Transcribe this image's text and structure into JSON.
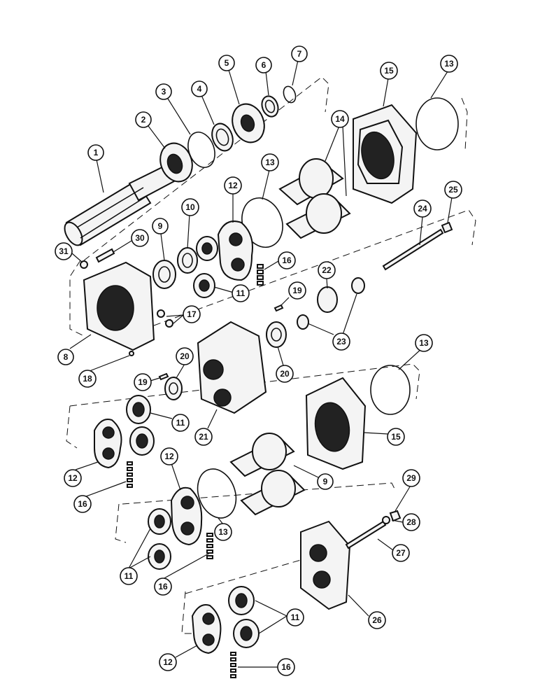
{
  "callouts": [
    {
      "id": "c1",
      "label": "1"
    },
    {
      "id": "c2",
      "label": "2"
    },
    {
      "id": "c3",
      "label": "3"
    },
    {
      "id": "c4",
      "label": "4"
    },
    {
      "id": "c5",
      "label": "5"
    },
    {
      "id": "c6",
      "label": "6"
    },
    {
      "id": "c7",
      "label": "7"
    },
    {
      "id": "c15a",
      "label": "15"
    },
    {
      "id": "c13a",
      "label": "13"
    },
    {
      "id": "c14",
      "label": "14"
    },
    {
      "id": "c13b",
      "label": "13"
    },
    {
      "id": "c12a",
      "label": "12"
    },
    {
      "id": "c10",
      "label": "10"
    },
    {
      "id": "c9a",
      "label": "9"
    },
    {
      "id": "c30",
      "label": "30"
    },
    {
      "id": "c31",
      "label": "31"
    },
    {
      "id": "c16a",
      "label": "16"
    },
    {
      "id": "c11a",
      "label": "11"
    },
    {
      "id": "c25",
      "label": "25"
    },
    {
      "id": "c24",
      "label": "24"
    },
    {
      "id": "c22",
      "label": "22"
    },
    {
      "id": "c19a",
      "label": "19"
    },
    {
      "id": "c17",
      "label": "17"
    },
    {
      "id": "c23",
      "label": "23"
    },
    {
      "id": "c8",
      "label": "8"
    },
    {
      "id": "c18",
      "label": "18"
    },
    {
      "id": "c20a",
      "label": "20"
    },
    {
      "id": "c19b",
      "label": "19"
    },
    {
      "id": "c20b",
      "label": "20"
    },
    {
      "id": "c13c",
      "label": "13"
    },
    {
      "id": "c11b",
      "label": "11"
    },
    {
      "id": "c21",
      "label": "21"
    },
    {
      "id": "c15b",
      "label": "15"
    },
    {
      "id": "c12b",
      "label": "12"
    },
    {
      "id": "c12c",
      "label": "12"
    },
    {
      "id": "c9b",
      "label": "9"
    },
    {
      "id": "c16b",
      "label": "16"
    },
    {
      "id": "c29",
      "label": "29"
    },
    {
      "id": "c28",
      "label": "28"
    },
    {
      "id": "c13d",
      "label": "13"
    },
    {
      "id": "c11c",
      "label": "11"
    },
    {
      "id": "c27",
      "label": "27"
    },
    {
      "id": "c16c",
      "label": "16"
    },
    {
      "id": "c11d",
      "label": "11"
    },
    {
      "id": "c26",
      "label": "26"
    },
    {
      "id": "c12d",
      "label": "12"
    },
    {
      "id": "c16d",
      "label": "16"
    }
  ]
}
